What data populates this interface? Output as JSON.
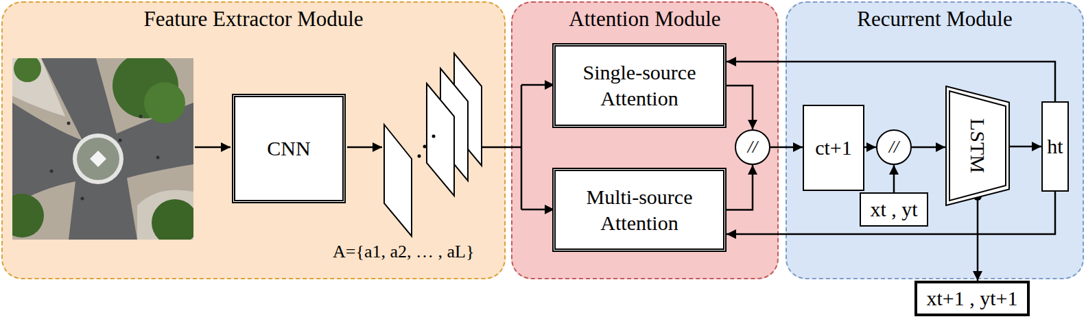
{
  "diagram": {
    "nodes": [
      {
        "text": [
          "Feature Extractor Module"
        ]
      },
      {
        "text": [
          "CNN"
        ],
        "in": 0
      },
      {
        "text": [
          "Attention Module"
        ]
      },
      {
        "text": [
          "Single-source Attention"
        ],
        "in": 2
      },
      {
        "text": [
          "Multi-source Attention"
        ],
        "in": 2
      },
      {
        "text": [
          "//"
        ],
        "in": 2
      },
      {
        "text": [
          "Recurrent Module"
        ]
      },
      {
        "text": [
          "ct+1"
        ],
        "in": 6
      },
      {
        "text": [
          "//"
        ],
        "in": 6
      },
      {
        "text": [
          "LSTM"
        ],
        "in": 6
      },
      {
        "text": [
          "ht"
        ],
        "in": 6
      },
      {
        "text": [
          "xt , yt"
        ],
        "in": 6
      },
      {
        "text": [
          "xt+1 , yt+1"
        ]
      }
    ],
    "edges": [
      {
        "from": 3,
        "to": 5,
        "arrow": "to"
      },
      {
        "from": 4,
        "to": 5,
        "arrow": "to"
      },
      {
        "from": 5,
        "to": 7,
        "arrow": "to"
      },
      {
        "from": 7,
        "to": 8,
        "arrow": "to"
      },
      {
        "from": 11,
        "to": 8,
        "arrow": "to"
      },
      {
        "from": 8,
        "to": 9,
        "arrow": "to"
      },
      {
        "from": 9,
        "to": 10,
        "arrow": "to"
      },
      {
        "from": 10,
        "to": 3,
        "arrow": "to"
      },
      {
        "from": 10,
        "to": 4,
        "arrow": "to"
      },
      {
        "from": 9,
        "to": 12,
        "arrow": "to"
      }
    ],
    "labels": [
      "A={a1, a2, … , aL}"
    ]
  }
}
